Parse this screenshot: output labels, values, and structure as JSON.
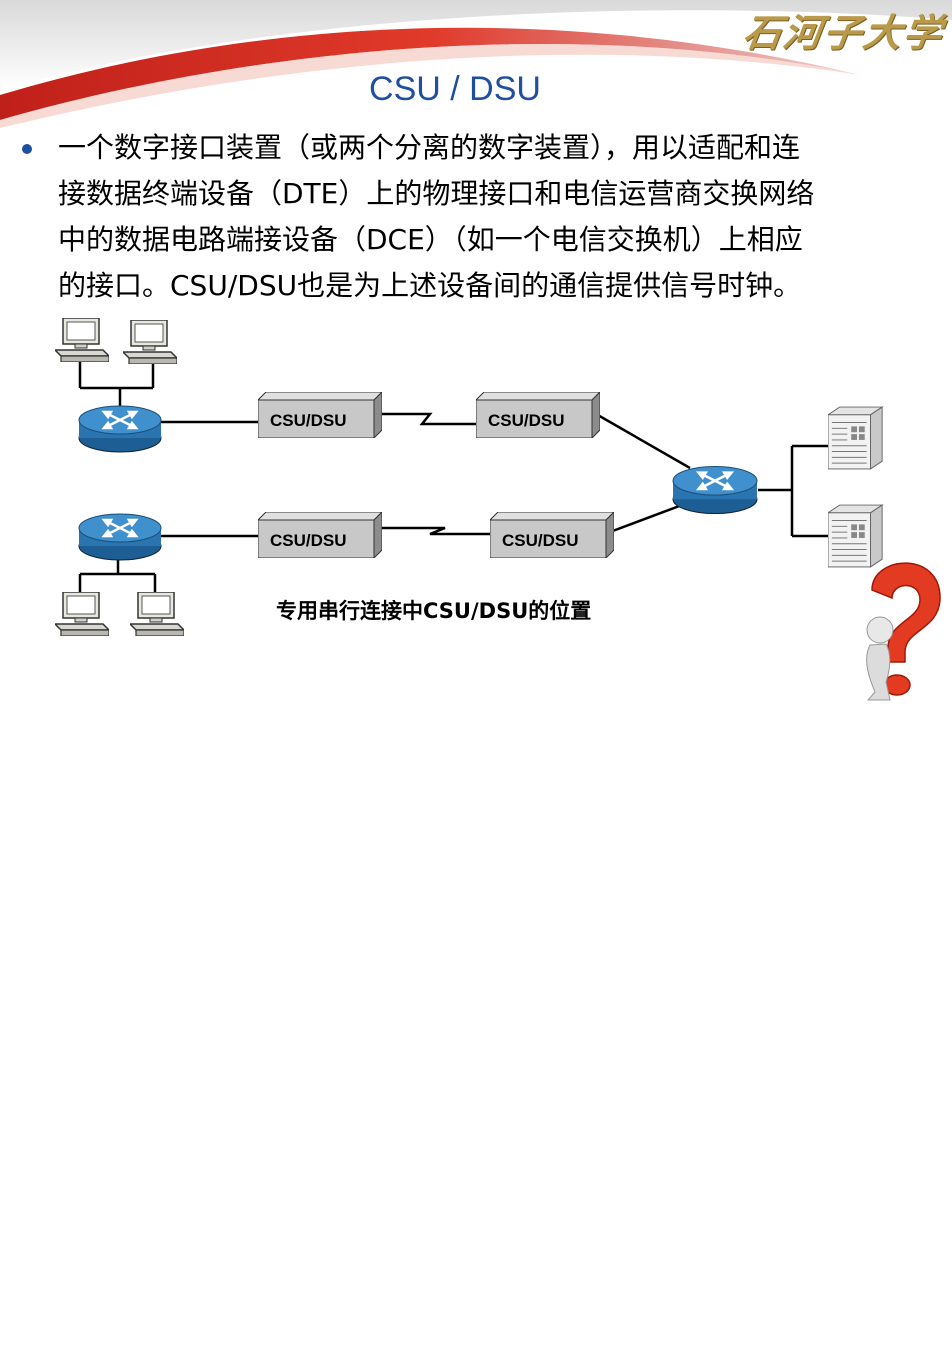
{
  "header": {
    "logo_text": "石河子大学",
    "title": "CSU / DSU"
  },
  "content": {
    "bullet_lines": [
      "一个数字接口装置（或两个分离的数字装置），用以适配和连",
      "接数据终端设备（DTE）上的物理接口和电信运营商交换网络",
      "中的数据电路端接设备（DCE）（如一个电信交换机）上相应",
      "的接口。CSU/DSU也是为上述设备间的通信提供信号时钟。"
    ]
  },
  "diagram": {
    "device_labels": [
      "CSU/DSU",
      "CSU/DSU",
      "CSU/DSU",
      "CSU/DSU"
    ],
    "caption": "专用串行连接中CSU/DSU的位置",
    "icons": [
      "workstation-icon",
      "router-icon",
      "csu-dsu-box-icon",
      "server-icon",
      "question-figure-icon"
    ]
  },
  "colors": {
    "title": "#1f4fa0",
    "accent_red": "#d42a1e",
    "router_blue": "#2f7fbf",
    "csu_box": "#c8c8c8",
    "logo_gold": "#b89a4a"
  }
}
